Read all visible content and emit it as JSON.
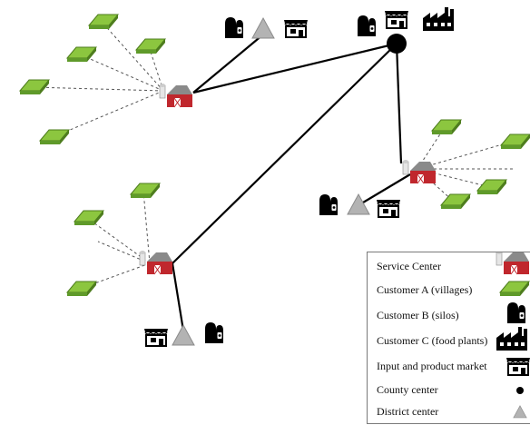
{
  "legend": {
    "items": [
      {
        "key": "service_center",
        "label": "Service Center",
        "icon": "barn-icon"
      },
      {
        "key": "customer_a",
        "label": "Customer A (villages)",
        "icon": "village-parcel-icon"
      },
      {
        "key": "customer_b",
        "label": "Customer B (silos)",
        "icon": "silo-icon"
      },
      {
        "key": "customer_c",
        "label": "Customer C (food plants)",
        "icon": "factory-icon"
      },
      {
        "key": "market",
        "label": "Input and product market",
        "icon": "market-stall-icon"
      },
      {
        "key": "county",
        "label": "County center",
        "icon": "black-circle-icon"
      },
      {
        "key": "district",
        "label": "District center",
        "icon": "gray-triangle-icon"
      }
    ]
  },
  "colors": {
    "village": "#8cc63f",
    "village_edge": "#4e7d1e",
    "barn": "#c0272d",
    "county": "#000000",
    "district": "#b3b3b3",
    "link": "#000000"
  }
}
